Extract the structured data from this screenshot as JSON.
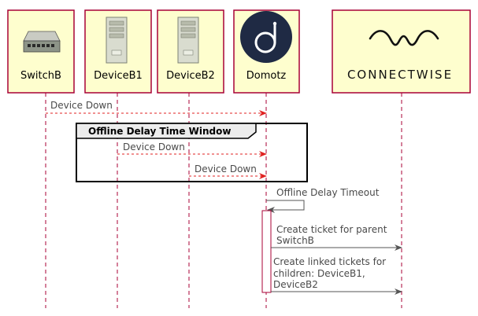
{
  "participants": [
    {
      "id": "switchb",
      "label": "SwitchB",
      "icon": "network-switch-icon"
    },
    {
      "id": "deviceb1",
      "label": "DeviceB1",
      "icon": "server-tower-icon"
    },
    {
      "id": "deviceb2",
      "label": "DeviceB2",
      "icon": "server-tower-icon"
    },
    {
      "id": "domotz",
      "label": "Domotz",
      "icon": "domotz-logo-icon"
    },
    {
      "id": "connectwise",
      "label": "CONNECTWISE",
      "icon": "connectwise-logo-icon"
    }
  ],
  "frame": {
    "title": "Offline Delay Time Window"
  },
  "messages": [
    {
      "id": "m1",
      "from": "switchb",
      "to": "domotz",
      "style": "dashed",
      "lines": [
        "Device Down"
      ]
    },
    {
      "id": "m2",
      "from": "deviceb1",
      "to": "domotz",
      "style": "dashed",
      "lines": [
        "Device Down"
      ]
    },
    {
      "id": "m3",
      "from": "deviceb2",
      "to": "domotz",
      "style": "dashed",
      "lines": [
        "Device Down"
      ]
    },
    {
      "id": "m4",
      "from": "domotz",
      "to": "domotz",
      "style": "solid",
      "lines": [
        "Offline Delay Timeout"
      ]
    },
    {
      "id": "m5",
      "from": "domotz",
      "to": "connectwise",
      "style": "solid",
      "lines": [
        "Create ticket for parent",
        "SwitchB"
      ]
    },
    {
      "id": "m6",
      "from": "domotz",
      "to": "connectwise",
      "style": "solid",
      "lines": [
        "Create linked tickets for",
        "children: DeviceB1,",
        "DeviceB2"
      ]
    }
  ],
  "colors": {
    "participant_fill": "#FEFECE",
    "participant_border": "#A80036",
    "lifeline": "#A80036",
    "dashed_arrow": "#E02020",
    "solid_arrow": "#555555",
    "domotz_circle": "#1F2A44"
  }
}
